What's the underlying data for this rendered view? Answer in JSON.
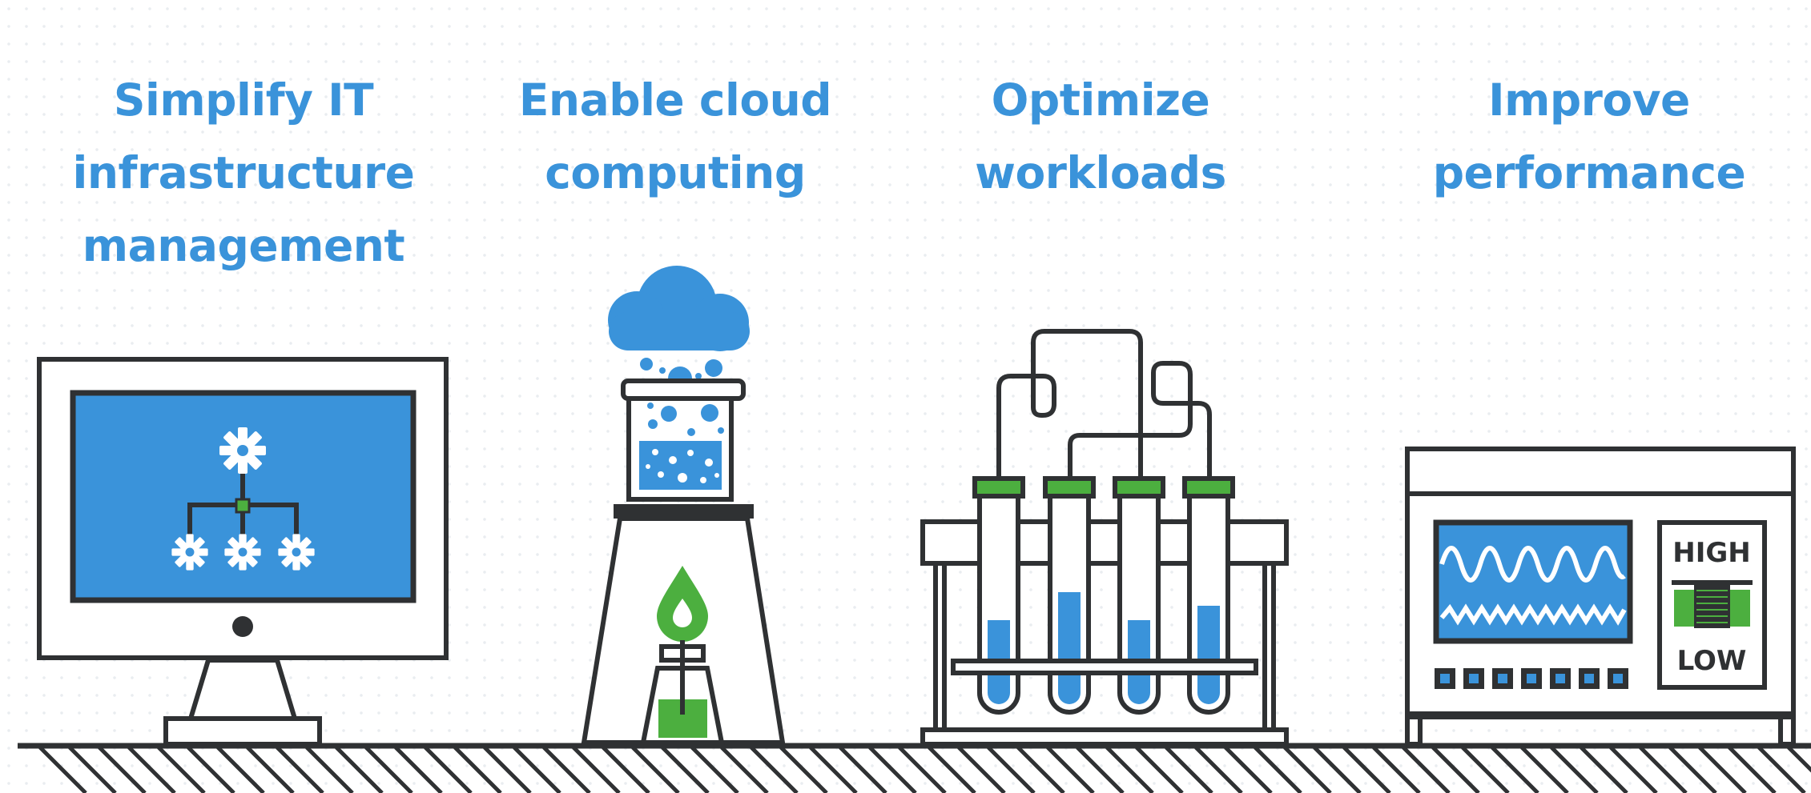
{
  "headlines": [
    {
      "lines": [
        "Simplify IT",
        "infrastructure",
        "management"
      ]
    },
    {
      "lines": [
        "Enable cloud",
        "computing"
      ]
    },
    {
      "lines": [
        "Optimize",
        "workloads"
      ]
    },
    {
      "lines": [
        "Improve",
        "performance"
      ]
    }
  ],
  "gauge": {
    "high_label": "HIGH",
    "low_label": "LOW"
  },
  "colors": {
    "blue": "#3a93da",
    "green": "#4caf3f",
    "outline": "#2f3133",
    "background": "#ffffff"
  }
}
